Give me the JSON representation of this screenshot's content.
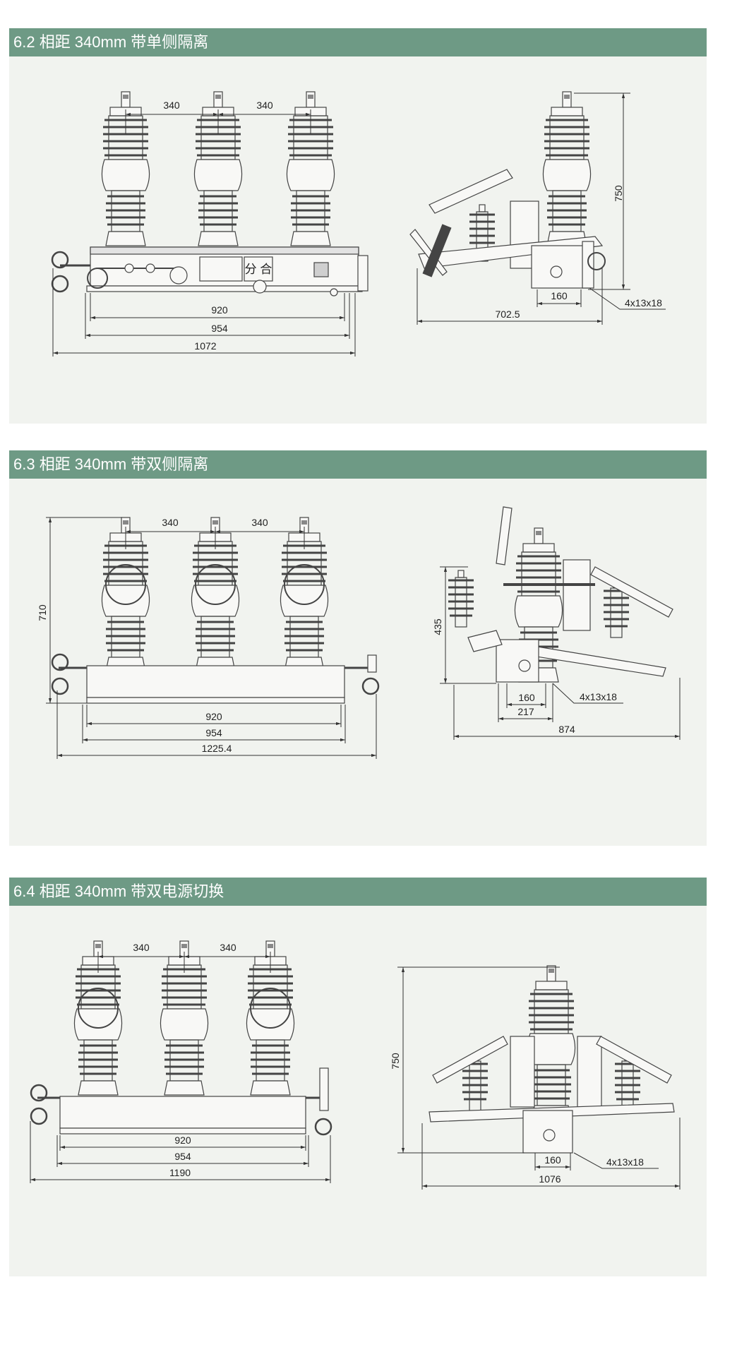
{
  "sections": [
    {
      "title": "6.2 相距 340mm 带单侧隔离",
      "front": {
        "phase1": "340",
        "phase2": "340",
        "w1": "920",
        "w2": "954",
        "w3": "1072",
        "sw_label": "分 合"
      },
      "side": {
        "height": "750",
        "d1": "160",
        "d2": "702.5",
        "hole": "4x13x18"
      }
    },
    {
      "title": "6.3 相距 340mm 带双侧隔离",
      "front": {
        "phase1": "340",
        "phase2": "340",
        "height": "710",
        "w1": "920",
        "w2": "954",
        "w3": "1225.4"
      },
      "side": {
        "height": "435",
        "d1": "160",
        "d2": "217",
        "d3": "874",
        "hole": "4x13x18"
      }
    },
    {
      "title": "6.4 相距 340mm 带双电源切换",
      "front": {
        "phase1": "340",
        "phase2": "340",
        "w1": "920",
        "w2": "954",
        "w3": "1190"
      },
      "side": {
        "height": "750",
        "d1": "160",
        "d2": "1076",
        "hole": "4x13x18"
      }
    }
  ],
  "colors": {
    "header_bg": "#6e9a85",
    "panel_bg": "#f1f3ef",
    "line": "#333333"
  }
}
